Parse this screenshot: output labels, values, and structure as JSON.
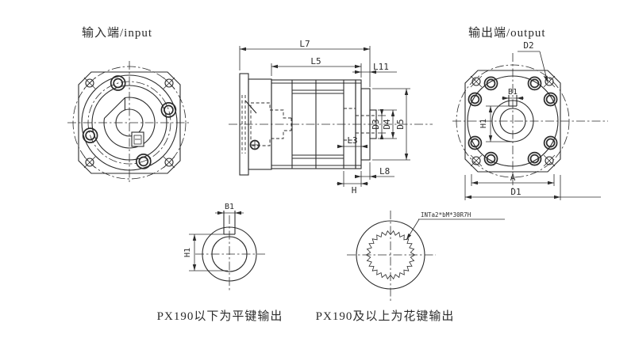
{
  "titles": {
    "input": "输入端/input",
    "output": "输出端/output"
  },
  "dims": {
    "l7": "L7",
    "l5": "L5",
    "l11": "L11",
    "l3": "L3",
    "l8": "L8",
    "h": "H",
    "d3": "D3",
    "d4": "D4",
    "d5": "D5",
    "d2": "D2",
    "b1": "B1",
    "h1": "H1",
    "a": "A",
    "d1": "D1"
  },
  "details": {
    "keyway": {
      "b1": "B1",
      "h1": "H1",
      "caption": "PX190以下为平键输出"
    },
    "spline": {
      "note": "INTa2*bM*30R7H",
      "caption": "PX190及以上为花键输出"
    }
  },
  "colors": {
    "line": "#2b2b2b",
    "background": "#ffffff"
  }
}
